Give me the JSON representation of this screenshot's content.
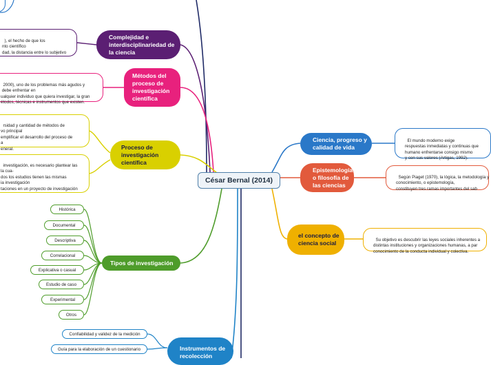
{
  "central_topic": "César Bernal (2014)",
  "topics": {
    "complejidad": "Complejidad e interdisciplinariedad de la ciencia",
    "metodos": "Métodos del proceso de investigación científica",
    "proceso": "Proceso de investigación científica",
    "tipos": "Tipos de investigación",
    "instrumentos": "Instrumentos de recolección",
    "ciencia": "Ciencia, progreso y calidad de vida",
    "epistemologia": "Epistemología o filosofía de las ciencias",
    "concepto": "el concepto de ciencia social"
  },
  "notes": {
    "complejidad": "), el hecho de que los\nnto científico\ndad, la distancia entre lo subjetivo",
    "metodos": "2000), uno de los problemas más agudos y\n debe enfrentar en\nualquier individuo que quiera investigar, la gran\nétodos, técnicas e instrumentos que existen.",
    "proceso_1": "rsidad y cantidad de métodos de\nvo principal\nemplificar el desarrollo del proceso de\na\neneral.",
    "proceso_2": "investigación, es necesario plantear las\nla cua-\ndos los estudios tienen las mismas\nia investigación\ntaciones en un proyecto de investigación",
    "ciencia": "El mundo moderno exige\nrespuestas inmediatas y continuas que\nhumano enfrentarse consigo mismo\ny con sus valores (Artigas, 1992).",
    "epistemologia": "Según Piaget (1970), la lógica, la metodología y\nconocimiento, o epistemología,\nconstituyen tres ramas importantes del sab",
    "concepto": "Su objetivo es descubrir las leyes sociales inherentes a\ndistintas instituciones y organizaciones humanas, a par\nconocimiento de la conducta individual y colectiva."
  },
  "tipos_items": [
    "Histórica",
    "Documental",
    "Descriptiva",
    "Correlacional",
    "Explicativa o casual",
    "Estudio de caso",
    "Experimental",
    "Otros"
  ],
  "instrumentos_items": [
    "Confiabilidad y validez de la medición",
    "Guía para la elaboración de un cuestionario"
  ],
  "colors": {
    "complejidad": "#5b1f73",
    "metodos": "#e8217d",
    "proceso": "#d9d000",
    "tipos": "#4e9c2a",
    "instrumentos": "#1f83c7",
    "ciencia": "#2a78c8",
    "epistemologia": "#e25a3c",
    "concepto": "#efb000",
    "navy": "#1f2a66"
  }
}
